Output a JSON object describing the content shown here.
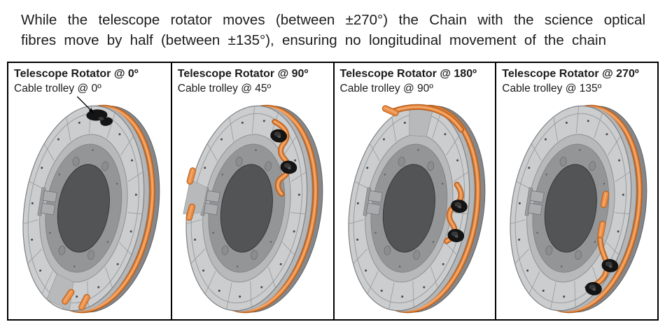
{
  "caption": {
    "line1": "While the telescope rotator moves (between ±270°) the Chain with the science optical",
    "line2": "fibres move by half (between ±135°), ensuring no longitudinal movement of the chain"
  },
  "panels": [
    {
      "id": "deg0",
      "title": "Telescope Rotator @ 0º",
      "subtitle": "Cable trolley @ 0º"
    },
    {
      "id": "deg90",
      "title": "Telescope Rotator @ 90º",
      "subtitle": "Cable trolley @ 45º"
    },
    {
      "id": "deg180",
      "title": "Telescope Rotator @ 180º",
      "subtitle": "Cable trolley @ 90º"
    },
    {
      "id": "deg270",
      "title": "Telescope Rotator @ 270º",
      "subtitle": "Cable trolley @ 135º"
    }
  ],
  "colors": {
    "chain_orange": "#EA8C44",
    "chain_orange_dark": "#B5601F",
    "chain_orange_light": "#F6AE74",
    "ring_light": "#CBCDCF",
    "ring_wall": "#B4B6B8",
    "ring_dark": "#85878A",
    "ring_recessed": "#B7B9BB",
    "plate_gray": "#939597",
    "disc_dark": "#525456",
    "trolley_black": "#141414",
    "line_gray": "#8F9193",
    "panel_border": "#000000",
    "text_color": "#1C1C1C"
  }
}
